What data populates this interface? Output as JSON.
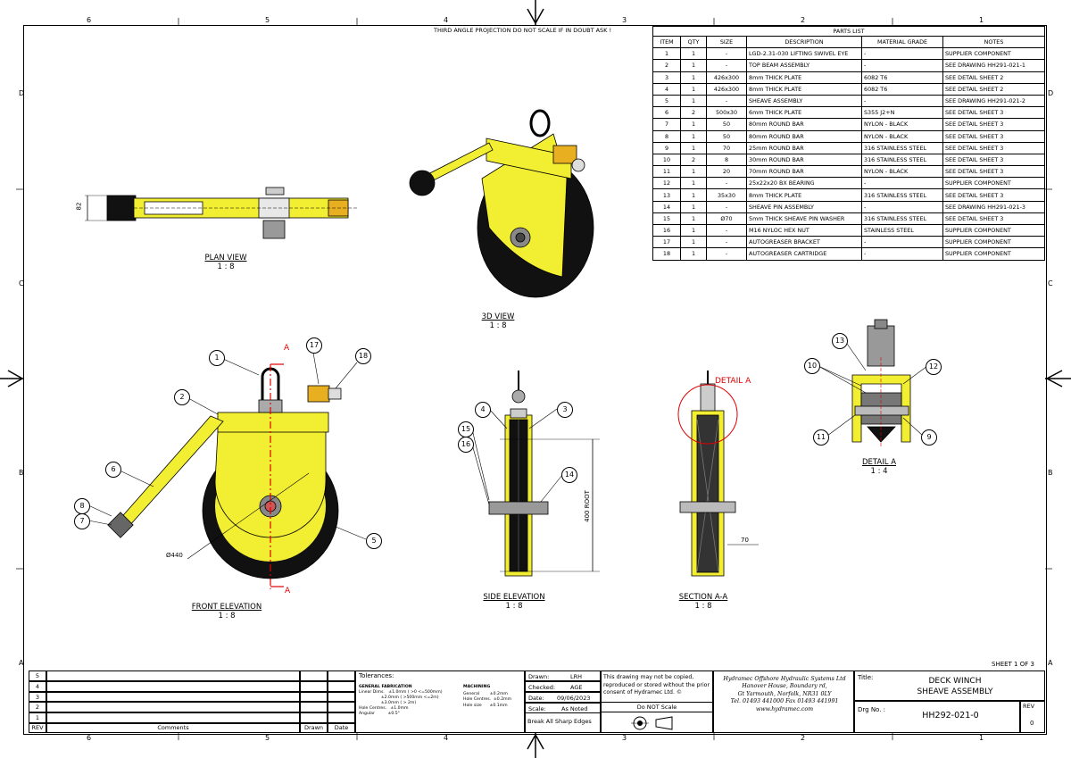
{
  "header": {
    "projection_note": "THIRD ANGLE PROJECTION  DO NOT SCALE IF IN DOUBT ASK !"
  },
  "zones": {
    "top_cols": [
      "6",
      "5",
      "4",
      "3",
      "2",
      "1"
    ],
    "rows": [
      "D",
      "C",
      "B",
      "A"
    ]
  },
  "parts_list": {
    "title": "PARTS LIST",
    "columns": [
      "ITEM",
      "QTY",
      "SIZE",
      "DESCRIPTION",
      "MATERIAL GRADE",
      "NOTES"
    ],
    "rows": [
      [
        "1",
        "1",
        "-",
        "LGD-2.31-030 LIFTING SWIVEL EYE",
        "-",
        "SUPPLIER COMPONENT"
      ],
      [
        "2",
        "1",
        "-",
        "TOP BEAM ASSEMBLY",
        "-",
        "SEE DRAWING HH291-021-1"
      ],
      [
        "3",
        "1",
        "426x300",
        "8mm THICK PLATE",
        "6082 T6",
        "SEE DETAIL SHEET 2"
      ],
      [
        "4",
        "1",
        "426x300",
        "8mm THICK PLATE",
        "6082 T6",
        "SEE DETAIL SHEET 2"
      ],
      [
        "5",
        "1",
        "-",
        "SHEAVE ASSEMBLY",
        "-",
        "SEE DRAWING HH291-021-2"
      ],
      [
        "6",
        "2",
        "500x30",
        "6mm THICK PLATE",
        "S355 J2+N",
        "SEE DETAIL SHEET 3"
      ],
      [
        "7",
        "1",
        "50",
        "80mm ROUND BAR",
        "NYLON - BLACK",
        "SEE DETAIL SHEET 3"
      ],
      [
        "8",
        "1",
        "50",
        "80mm ROUND BAR",
        "NYLON - BLACK",
        "SEE DETAIL SHEET 3"
      ],
      [
        "9",
        "1",
        "70",
        "25mm ROUND BAR",
        "316 STAINLESS STEEL",
        "SEE DETAIL SHEET 3"
      ],
      [
        "10",
        "2",
        "8",
        "30mm ROUND BAR",
        "316 STAINLESS STEEL",
        "SEE DETAIL SHEET 3"
      ],
      [
        "11",
        "1",
        "20",
        "70mm ROUND BAR",
        "NYLON - BLACK",
        "SEE DETAIL SHEET 3"
      ],
      [
        "12",
        "1",
        "-",
        "25x22x20 BX BEARING",
        "-",
        "SUPPLIER COMPONENT"
      ],
      [
        "13",
        "1",
        "35x30",
        "8mm THICK PLATE",
        "316 STAINLESS STEEL",
        "SEE DETAIL SHEET 3"
      ],
      [
        "14",
        "1",
        "-",
        "SHEAVE PIN ASSEMBLY",
        "-",
        "SEE DRAWING HH291-021-3"
      ],
      [
        "15",
        "1",
        "Ø70",
        "5mm THICK SHEAVE PIN WASHER",
        "316 STAINLESS STEEL",
        "SEE DETAIL SHEET 3"
      ],
      [
        "16",
        "1",
        "-",
        "M16 NYLOC HEX NUT",
        "STAINLESS STEEL",
        "SUPPLIER COMPONENT"
      ],
      [
        "17",
        "1",
        "-",
        "AUTOGREASER BRACKET",
        "-",
        "SUPPLIER COMPONENT"
      ],
      [
        "18",
        "1",
        "-",
        "AUTOGREASER CARTRIDGE",
        "-",
        "SUPPLIER COMPONENT"
      ]
    ]
  },
  "views": {
    "plan": {
      "name": "PLAN VIEW",
      "scale": "1 : 8",
      "dim": "82"
    },
    "iso": {
      "name": "3D VIEW",
      "scale": "1 : 8"
    },
    "front": {
      "name": "FRONT ELEVATION",
      "scale": "1 : 8",
      "dia": "Ø440",
      "section_mark": "A"
    },
    "side": {
      "name": "SIDE ELEVATION",
      "scale": "1 : 8",
      "dim": "400 ROOT"
    },
    "section": {
      "name": "SECTION A-A",
      "scale": "1 : 8",
      "detail_label": "DETAIL A",
      "dim": "70"
    },
    "detail": {
      "name": "DETAIL A",
      "scale": "1 : 4"
    }
  },
  "balloons": {
    "front": [
      "1",
      "2",
      "6",
      "8",
      "7",
      "5",
      "17",
      "18"
    ],
    "side": [
      "4",
      "3",
      "15",
      "16",
      "14"
    ],
    "detail": [
      "13",
      "10",
      "12",
      "11",
      "9"
    ]
  },
  "sheet": "SHEET 1 OF 3",
  "title_block": {
    "rev_rows": [
      "5",
      "4",
      "3",
      "2",
      "1"
    ],
    "rev_label": "REV",
    "comments_label": "Comments",
    "drawn_col": "Drawn",
    "date_col": "Date",
    "tolerances": {
      "title": "Tolerances:",
      "fab_head": "GENERAL FABRICATION",
      "fab_lines": [
        "Linear Dims.   ±1.0mm ( >0 <=500mm)",
        "                 ±2.0mm ( >500mm <=2m)",
        "                 ±3.0mm ( > 2m)",
        "Hole Centres.   ±1.0mm",
        "Angular          ±0.5°"
      ],
      "mach_head": "MACHINING",
      "mach_lines": [
        "General        ±0.2mm",
        "Hole Centres.  ±0.2mm",
        "Hole size      ±0.1mm"
      ]
    },
    "drawn": {
      "label": "Drawn:",
      "value": "LRH"
    },
    "checked": {
      "label": "Checked:",
      "value": "AGE"
    },
    "date": {
      "label": "Date:",
      "value": "09/06/2023"
    },
    "scale": {
      "label": "Scale:",
      "value": "As Noted"
    },
    "edges": "Break All Sharp Edges",
    "copy_notice": "This drawing may not be copied, reproduced or stored without the prior consent of Hydramec Ltd. ©",
    "do_not_scale": "Do NOT Scale",
    "company": [
      "Hydramec Offshore Hydraulic Systems Ltd",
      "Hanover House, Boundary rd,",
      "Gt Yarmouth, Norfolk, NR31 0LY",
      "Tel. 01493 441000  Fax 01493 441991",
      "www.hydramec.com"
    ],
    "title_label": "Title:",
    "title_lines": [
      "DECK WINCH",
      "SHEAVE ASSEMBLY"
    ],
    "dwg_label": "Drg No. :",
    "dwg_no": "HH292-021-0",
    "rev_box_label": "REV",
    "rev_box_value": "0"
  },
  "colors": {
    "yellow": "#f2ee32",
    "dark": "#111111",
    "red": "#e00000"
  }
}
